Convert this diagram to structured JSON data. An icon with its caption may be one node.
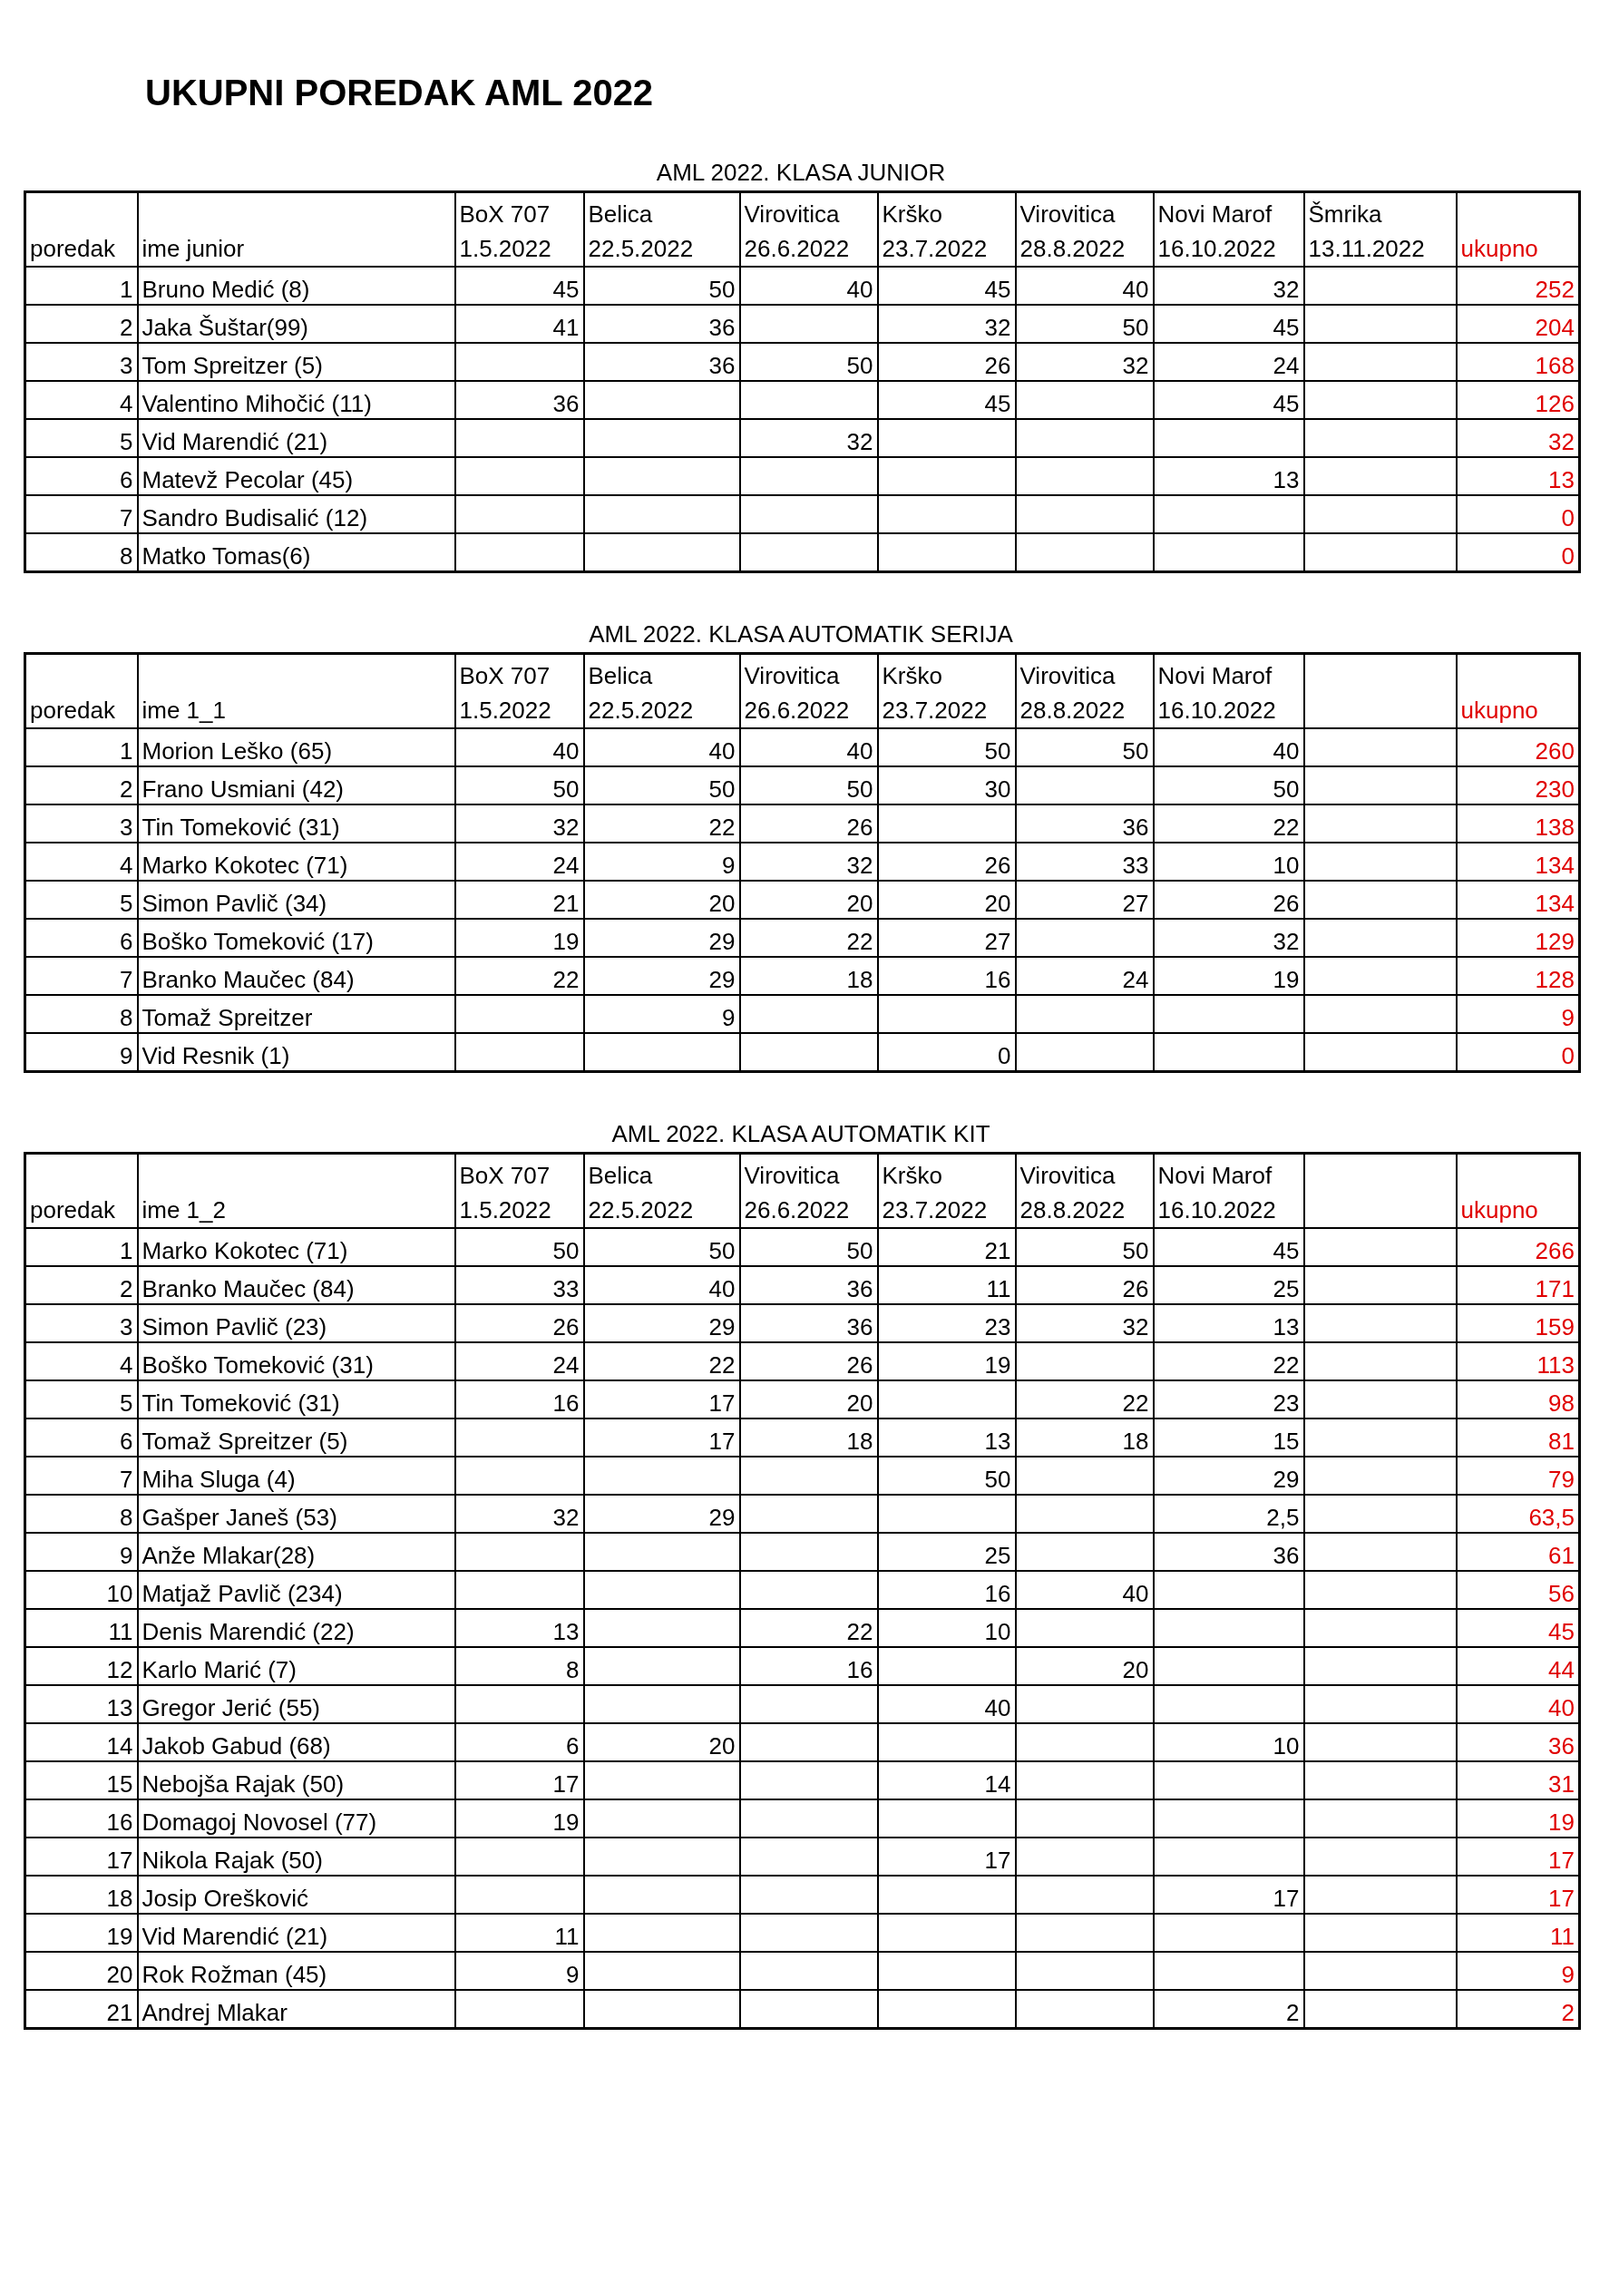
{
  "diagram": {
    "title": "UKUPNI POREDAK AML 2022",
    "labels": [
      "AML 2022. KLASA JUNIOR",
      "poredak",
      "ime junior",
      "BoX 707",
      "1.5.2022",
      "Belica",
      "22.5.2022",
      "Virovitica",
      "26.6.2022",
      "Krško",
      "23.7.2022",
      "Virovitica",
      "28.8.2022",
      "Novi Marof",
      "16.10.2022",
      "Šmrika",
      "13.11.2022",
      "ukupno",
      "1",
      "Bruno Medić (8)",
      "45",
      "50",
      "40",
      "45",
      "40",
      "32",
      "252",
      "2",
      "Jaka Šuštar(99)",
      "41",
      "36",
      "32",
      "50",
      "45",
      "204",
      "3",
      "Tom Spreitzer (5)",
      "36",
      "50",
      "26",
      "32",
      "24",
      "168",
      "4",
      "Valentino Mihočić (11)",
      "36",
      "45",
      "45",
      "126",
      "5",
      "Vid Marendić (21)",
      "32",
      "32",
      "6",
      "Matevž Pecolar (45)",
      "13",
      "13",
      "7",
      "Sandro Budisalić (12)",
      "0",
      "8",
      "Matko Tomas(6)",
      "0",
      "AML 2022. KLASA AUTOMATIK SERIJA",
      "poredak",
      "ime 1_1",
      "BoX 707",
      "1.5.2022",
      "Belica",
      "22.5.2022",
      "Virovitica",
      "26.6.2022",
      "Krško",
      "23.7.2022",
      "Virovitica",
      "28.8.2022",
      "Novi Marof",
      "16.10.2022",
      "ukupno",
      "1",
      "Morion Leško (65)",
      "40",
      "40",
      "40",
      "50",
      "50",
      "40",
      "260",
      "2",
      "Frano Usmiani (42)",
      "50",
      "50",
      "50",
      "30",
      "50",
      "230",
      "3",
      "Tin Tomeković (31)",
      "32",
      "22",
      "26",
      "36",
      "22",
      "138",
      "4",
      "Marko Kokotec (71)",
      "24",
      "9",
      "32",
      "26",
      "33",
      "10",
      "134",
      "5",
      "Simon Pavlič (34)",
      "21",
      "20",
      "20",
      "20",
      "27",
      "26",
      "134",
      "6",
      "Boško Tomeković (17)",
      "19",
      "29",
      "22",
      "27",
      "32",
      "129",
      "7",
      "Branko Maučec (84)",
      "22",
      "29",
      "18",
      "16",
      "24",
      "19",
      "128",
      "8",
      "Tomaž Spreitzer",
      "9",
      "9",
      "9",
      "Vid Resnik (1)",
      "0",
      "0",
      "AML 2022. KLASA AUTOMATIK KIT",
      "poredak",
      "ime 1_2",
      "BoX 707",
      "1.5.2022",
      "Belica",
      "22.5.2022",
      "Virovitica",
      "26.6.2022",
      "Krško",
      "23.7.2022",
      "Virovitica",
      "28.8.2022",
      "Novi Marof",
      "16.10.2022",
      "ukupno",
      "1",
      "Marko Kokotec (71)",
      "50",
      "50",
      "50",
      "21",
      "50",
      "45",
      "266",
      "2",
      "Branko Maučec (84)",
      "33",
      "40",
      "36",
      "11",
      "26",
      "25",
      "171",
      "3",
      "Simon Pavlič (23)",
      "26",
      "29",
      "36",
      "23",
      "32",
      "13",
      "159",
      "4",
      "Boško Tomeković (31)",
      "24",
      "22",
      "26",
      "19",
      "22",
      "113",
      "5",
      "Tin Tomeković (31)",
      "16",
      "17",
      "20",
      "22",
      "23",
      "98",
      "6",
      "Tomaž Spreitzer (5)",
      "17",
      "18",
      "13",
      "18",
      "15",
      "81",
      "7",
      "Miha Sluga (4)",
      "50",
      "29",
      "79",
      "8",
      "Gašper Janeš (53)",
      "32",
      "29",
      "2,5",
      "63,5",
      "9",
      "Anže Mlakar(28)",
      "25",
      "36",
      "61",
      "10",
      "Matjaž Pavlič (234)",
      "16",
      "40",
      "56",
      "11",
      "Denis Marendić (22)",
      "13",
      "22",
      "10",
      "45",
      "12",
      "Karlo Marić (7)",
      "8",
      "16",
      "20",
      "44",
      "13",
      "Gregor Jerić (55)",
      "40",
      "40",
      "14",
      "Jakob Gabud (68)",
      "6",
      "20",
      "10",
      "36",
      "15",
      "Nebojša Rajak (50)",
      "17",
      "14",
      "31",
      "16",
      "Domagoj Novosel (77)",
      "19",
      "19",
      "17",
      "Nikola Rajak (50)",
      "17",
      "17",
      "18",
      "Josip Orešković",
      "17",
      "17",
      "19",
      "Vid Marendić (21)",
      "11",
      "11",
      "20",
      "Rok Rožman (45)",
      "9",
      "9",
      "21",
      "Andrej Mlakar",
      "2",
      "2"
    ]
  }
}
